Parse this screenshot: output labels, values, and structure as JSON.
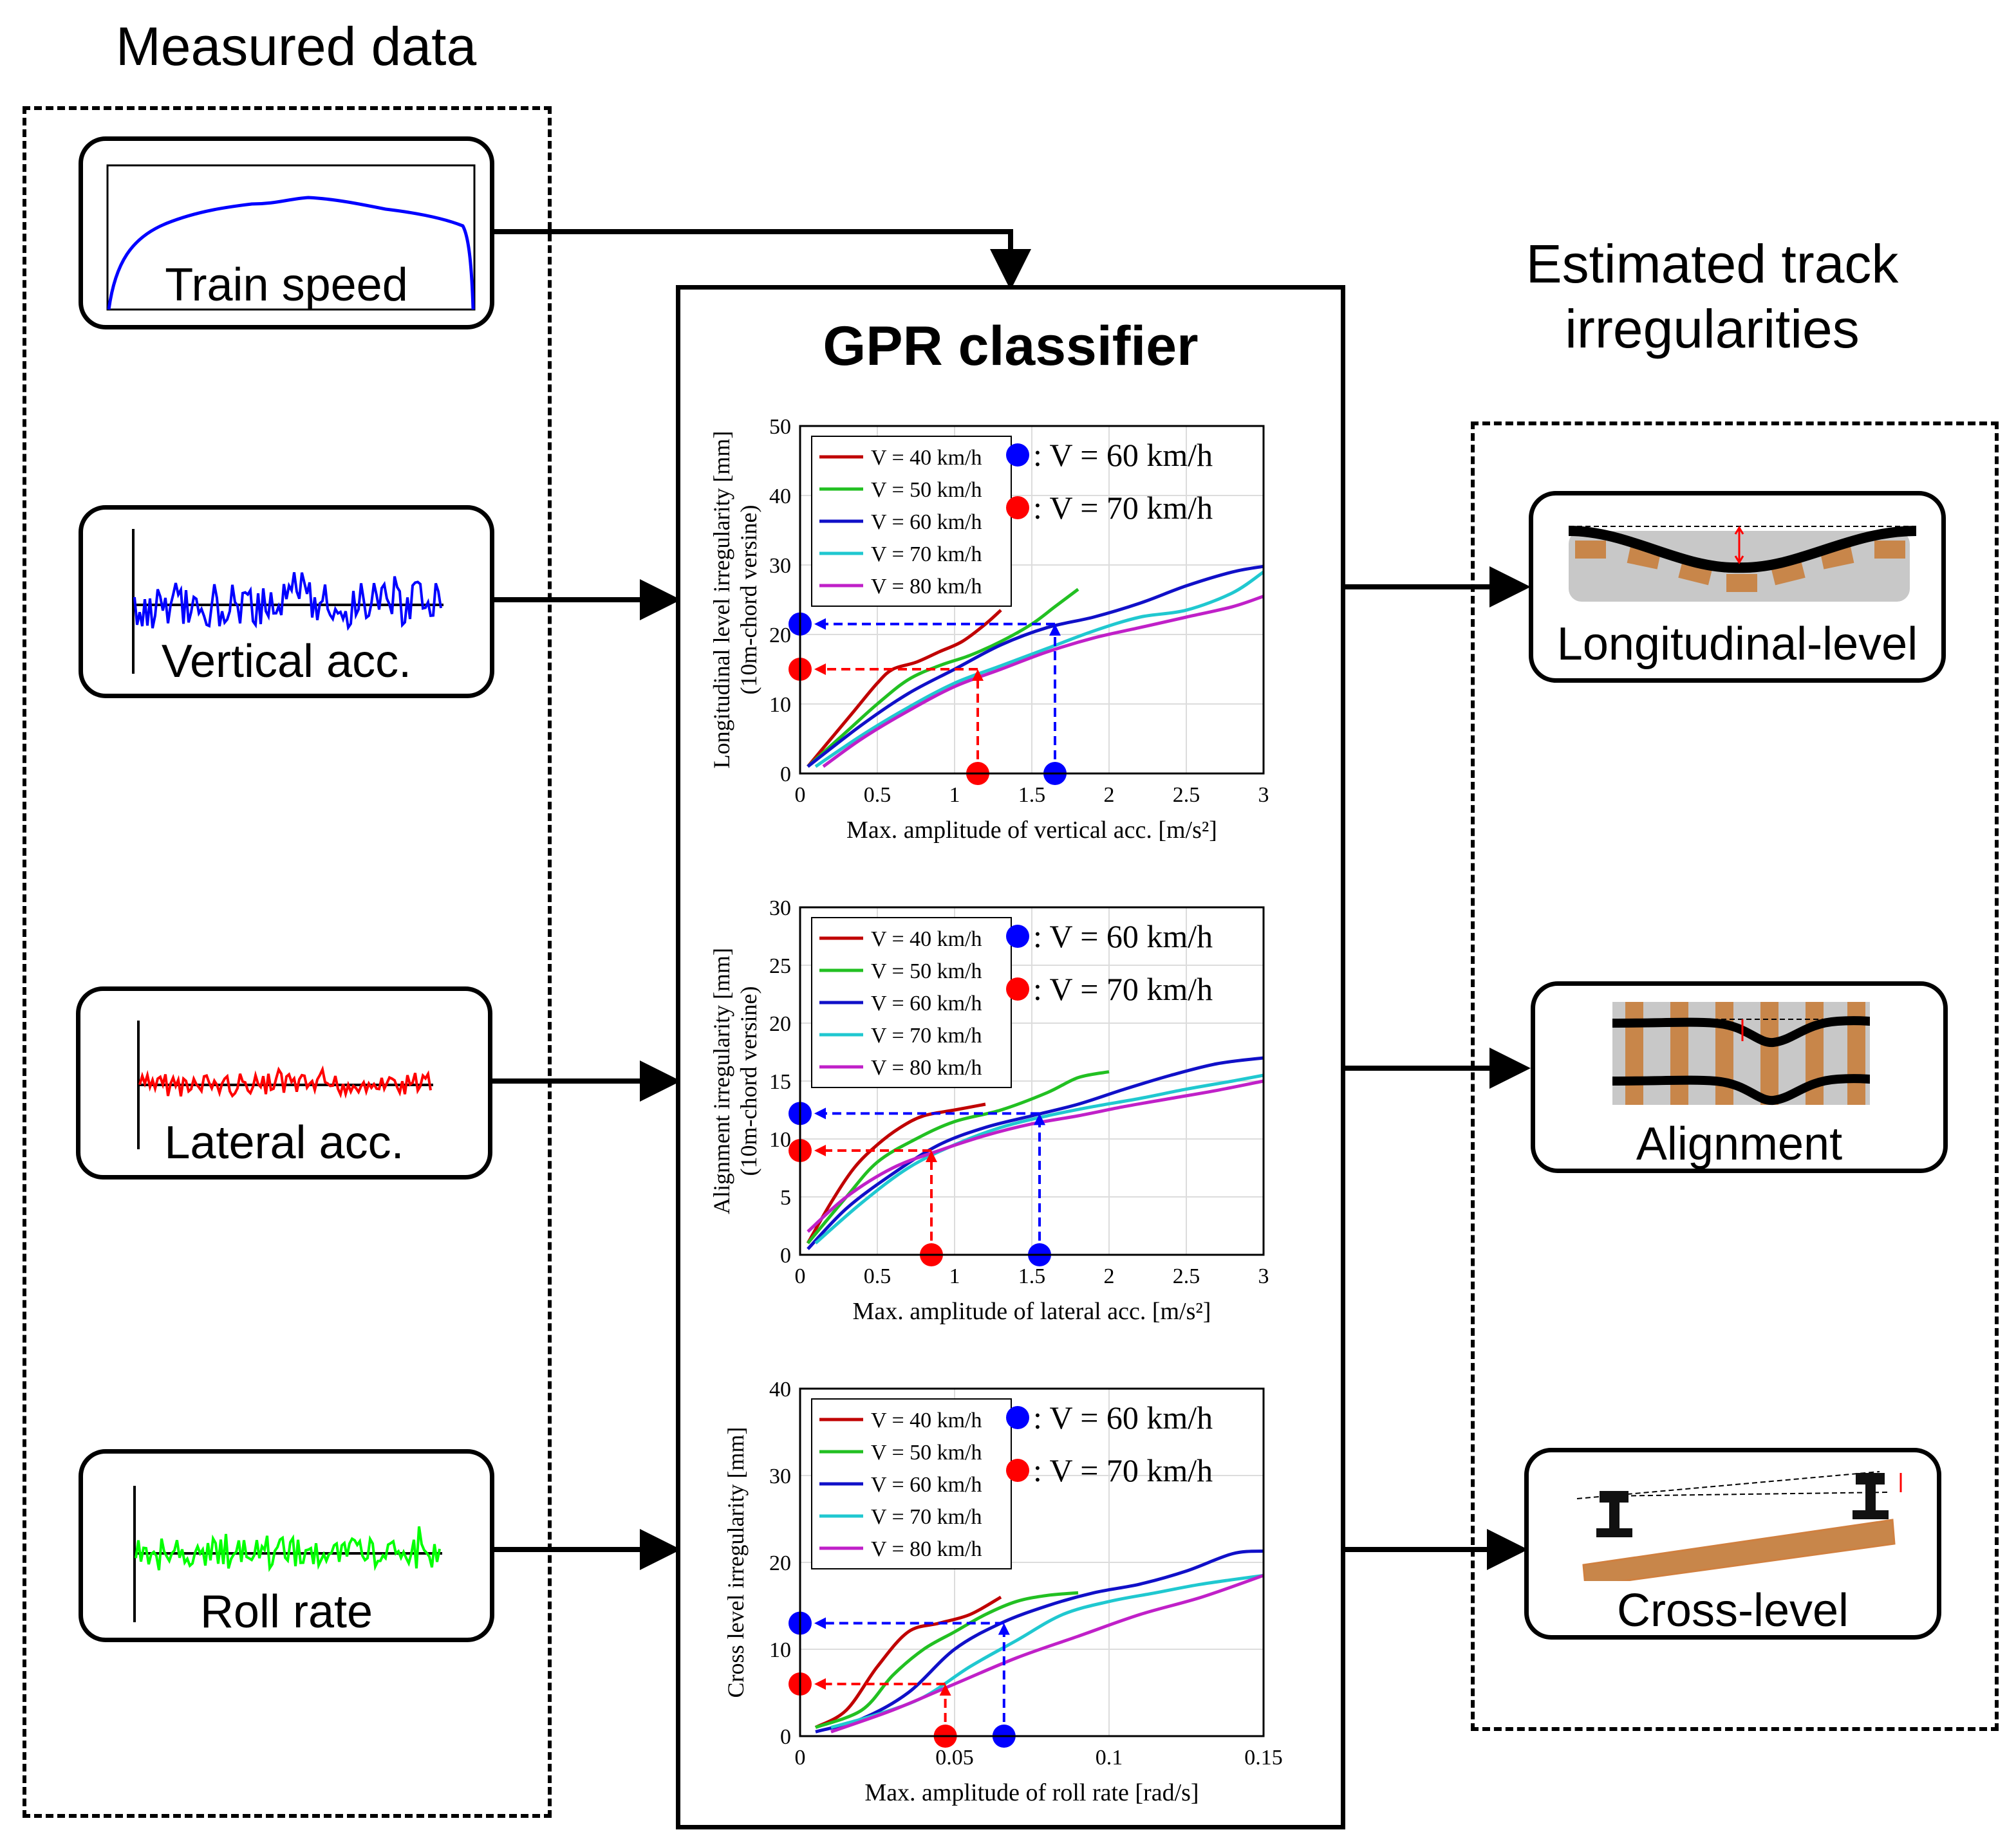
{
  "headings": {
    "measured": "Measured data",
    "estimated_line1": "Estimated track",
    "estimated_line2": "irregularities",
    "classifier": "GPR classifier"
  },
  "inputs": {
    "train_speed": "Train speed",
    "vertical_acc": "Vertical acc.",
    "lateral_acc": "Lateral acc.",
    "roll_rate": "Roll rate"
  },
  "outputs": {
    "longitudinal": "Longitudinal-level",
    "alignment": "Alignment",
    "cross": "Cross-level"
  },
  "colors": {
    "v40": "#c00000",
    "v50": "#22c022",
    "v60": "#1010c8",
    "v70": "#20c8d0",
    "v80": "#c020c8",
    "marker60": "#0000ff",
    "marker70": "#ff0000",
    "speed_trace": "#0000ff",
    "vertical_trace": "#0000ff",
    "lateral_trace": "#ff0000",
    "roll_trace": "#00ff00",
    "sleeper": "#c8864a",
    "ballast": "#c8c8c8"
  },
  "marker_legend": {
    "v60_label": ": V = 60 km/h",
    "v70_label": ": V = 70 km/h"
  },
  "chart_data": [
    {
      "type": "line",
      "title": "",
      "xlabel": "Max. amplitude of vertical acc. [m/s²]",
      "ylabel_line1": "Longitudinal level irregularity [mm]",
      "ylabel_line2": "(10m-chord versine)",
      "xlim": [
        0,
        3
      ],
      "ylim": [
        0,
        50
      ],
      "xticks": [
        0,
        0.5,
        1,
        1.5,
        2,
        2.5,
        3
      ],
      "xtick_labels": [
        "0",
        "0.5",
        "1",
        "1.5",
        "2",
        "2.5",
        "3"
      ],
      "yticks": [
        0,
        10,
        20,
        30,
        40,
        50
      ],
      "ytick_labels": [
        "0",
        "10",
        "20",
        "30",
        "40",
        "50"
      ],
      "grid": true,
      "legend": "top-left",
      "series": [
        {
          "name": "V = 40 km/h",
          "color_key": "v40",
          "x": [
            0.05,
            0.2,
            0.35,
            0.5,
            0.6,
            0.75,
            0.9,
            1.05,
            1.2,
            1.3
          ],
          "y": [
            1,
            5,
            9,
            13,
            15,
            16,
            17.5,
            19,
            21.5,
            23.5
          ]
        },
        {
          "name": "V = 50 km/h",
          "color_key": "v50",
          "x": [
            0.05,
            0.3,
            0.5,
            0.7,
            0.9,
            1.1,
            1.3,
            1.5,
            1.65,
            1.8
          ],
          "y": [
            1,
            6,
            10,
            13.5,
            15.5,
            17,
            19,
            21.5,
            24,
            26.5
          ]
        },
        {
          "name": "V = 60 km/h",
          "color_key": "v60",
          "x": [
            0.05,
            0.4,
            0.7,
            1.0,
            1.3,
            1.6,
            1.9,
            2.2,
            2.5,
            2.8,
            3.0
          ],
          "y": [
            1,
            7,
            11.5,
            15,
            18.5,
            21,
            22.5,
            24.5,
            27,
            29,
            29.8
          ]
        },
        {
          "name": "V = 70 km/h",
          "color_key": "v70",
          "x": [
            0.1,
            0.4,
            0.7,
            1.0,
            1.3,
            1.6,
            1.9,
            2.2,
            2.5,
            2.8,
            3.0
          ],
          "y": [
            1,
            5.5,
            9.5,
            13,
            15.5,
            18,
            20.5,
            22.5,
            23.5,
            26,
            29
          ]
        },
        {
          "name": "V = 80 km/h",
          "color_key": "v80",
          "x": [
            0.15,
            0.4,
            0.7,
            1.0,
            1.3,
            1.6,
            1.9,
            2.2,
            2.5,
            2.8,
            3.0
          ],
          "y": [
            1,
            5,
            9,
            12.5,
            15,
            17.5,
            19.5,
            21,
            22.5,
            24,
            25.5
          ]
        }
      ],
      "markers": [
        {
          "speed_key": "v60",
          "x": 1.65,
          "y": 21.5
        },
        {
          "speed_key": "v70",
          "x": 1.15,
          "y": 15
        }
      ]
    },
    {
      "type": "line",
      "title": "",
      "xlabel": "Max. amplitude of lateral acc. [m/s²]",
      "ylabel_line1": "Alignment irregularity [mm]",
      "ylabel_line2": "(10m-chord versine)",
      "xlim": [
        0,
        3
      ],
      "ylim": [
        0,
        30
      ],
      "xticks": [
        0,
        0.5,
        1,
        1.5,
        2,
        2.5,
        3
      ],
      "xtick_labels": [
        "0",
        "0.5",
        "1",
        "1.5",
        "2",
        "2.5",
        "3"
      ],
      "yticks": [
        0,
        5,
        10,
        15,
        20,
        25,
        30
      ],
      "ytick_labels": [
        "0",
        "5",
        "10",
        "15",
        "20",
        "25",
        "30"
      ],
      "grid": true,
      "legend": "top-left",
      "series": [
        {
          "name": "V = 40 km/h",
          "color_key": "v40",
          "x": [
            0.05,
            0.2,
            0.35,
            0.5,
            0.65,
            0.8,
            1.0,
            1.2
          ],
          "y": [
            1,
            4.5,
            7.5,
            9.5,
            11,
            12,
            12.5,
            13
          ]
        },
        {
          "name": "V = 50 km/h",
          "color_key": "v50",
          "x": [
            0.05,
            0.3,
            0.5,
            0.75,
            1.0,
            1.3,
            1.6,
            1.8,
            2.0
          ],
          "y": [
            1,
            5,
            8,
            10,
            11.5,
            12.5,
            14,
            15.3,
            15.8
          ]
        },
        {
          "name": "V = 60 km/h",
          "color_key": "v60",
          "x": [
            0.05,
            0.3,
            0.6,
            0.9,
            1.2,
            1.5,
            1.8,
            2.1,
            2.4,
            2.7,
            3.0
          ],
          "y": [
            0.5,
            4,
            7,
            9.5,
            11,
            12,
            13,
            14.3,
            15.5,
            16.5,
            17
          ]
        },
        {
          "name": "V = 70 km/h",
          "color_key": "v70",
          "x": [
            0.1,
            0.4,
            0.7,
            1.0,
            1.3,
            1.6,
            1.9,
            2.2,
            2.5,
            2.8,
            3.0
          ],
          "y": [
            1,
            4.5,
            7.5,
            9.5,
            11,
            12,
            12.8,
            13.5,
            14.3,
            15,
            15.5
          ]
        },
        {
          "name": "V = 80 km/h",
          "color_key": "v80",
          "x": [
            0.05,
            0.3,
            0.6,
            0.9,
            1.2,
            1.5,
            1.8,
            2.1,
            2.4,
            2.7,
            3.0
          ],
          "y": [
            2,
            5,
            7.5,
            9,
            10.3,
            11.3,
            12,
            12.8,
            13.5,
            14.2,
            15
          ]
        }
      ],
      "markers": [
        {
          "speed_key": "v60",
          "x": 1.55,
          "y": 12.2
        },
        {
          "speed_key": "v70",
          "x": 0.85,
          "y": 9
        }
      ]
    },
    {
      "type": "line",
      "title": "",
      "xlabel": "Max. amplitude of roll rate [rad/s]",
      "ylabel_line1": "Cross level irregularity [mm]",
      "ylabel_line2": "",
      "xlim": [
        0,
        0.15
      ],
      "ylim": [
        0,
        40
      ],
      "xticks": [
        0,
        0.05,
        0.1,
        0.15
      ],
      "xtick_labels": [
        "0",
        "0.05",
        "0.1",
        "0.15"
      ],
      "yticks": [
        0,
        10,
        20,
        30,
        40
      ],
      "ytick_labels": [
        "0",
        "10",
        "20",
        "30",
        "40"
      ],
      "grid": true,
      "legend": "top-left",
      "series": [
        {
          "name": "V = 40 km/h",
          "color_key": "v40",
          "x": [
            0.005,
            0.015,
            0.025,
            0.035,
            0.045,
            0.055,
            0.065
          ],
          "y": [
            1,
            3,
            8,
            12,
            13,
            14,
            16
          ]
        },
        {
          "name": "V = 50 km/h",
          "color_key": "v50",
          "x": [
            0.005,
            0.02,
            0.03,
            0.04,
            0.05,
            0.06,
            0.07,
            0.08,
            0.09
          ],
          "y": [
            1,
            3,
            7,
            10,
            12,
            14,
            15.5,
            16.2,
            16.5
          ]
        },
        {
          "name": "V = 60 km/h",
          "color_key": "v60",
          "x": [
            0.005,
            0.02,
            0.035,
            0.05,
            0.065,
            0.08,
            0.095,
            0.11,
            0.125,
            0.14,
            0.15
          ],
          "y": [
            0.5,
            2,
            5,
            10,
            13,
            15,
            16.5,
            17.5,
            19,
            21,
            21.3
          ]
        },
        {
          "name": "V = 70 km/h",
          "color_key": "v70",
          "x": [
            0.01,
            0.025,
            0.04,
            0.055,
            0.07,
            0.085,
            0.1,
            0.115,
            0.13,
            0.15
          ],
          "y": [
            1,
            2.5,
            4.5,
            8,
            11,
            14,
            15.5,
            16.5,
            17.5,
            18.5
          ]
        },
        {
          "name": "V = 80 km/h",
          "color_key": "v80",
          "x": [
            0.01,
            0.03,
            0.05,
            0.07,
            0.09,
            0.11,
            0.13,
            0.15
          ],
          "y": [
            0.5,
            3,
            6,
            9,
            11.5,
            14,
            16,
            18.5
          ]
        }
      ],
      "markers": [
        {
          "speed_key": "v60",
          "x": 0.066,
          "y": 13
        },
        {
          "speed_key": "v70",
          "x": 0.047,
          "y": 6
        }
      ]
    }
  ]
}
